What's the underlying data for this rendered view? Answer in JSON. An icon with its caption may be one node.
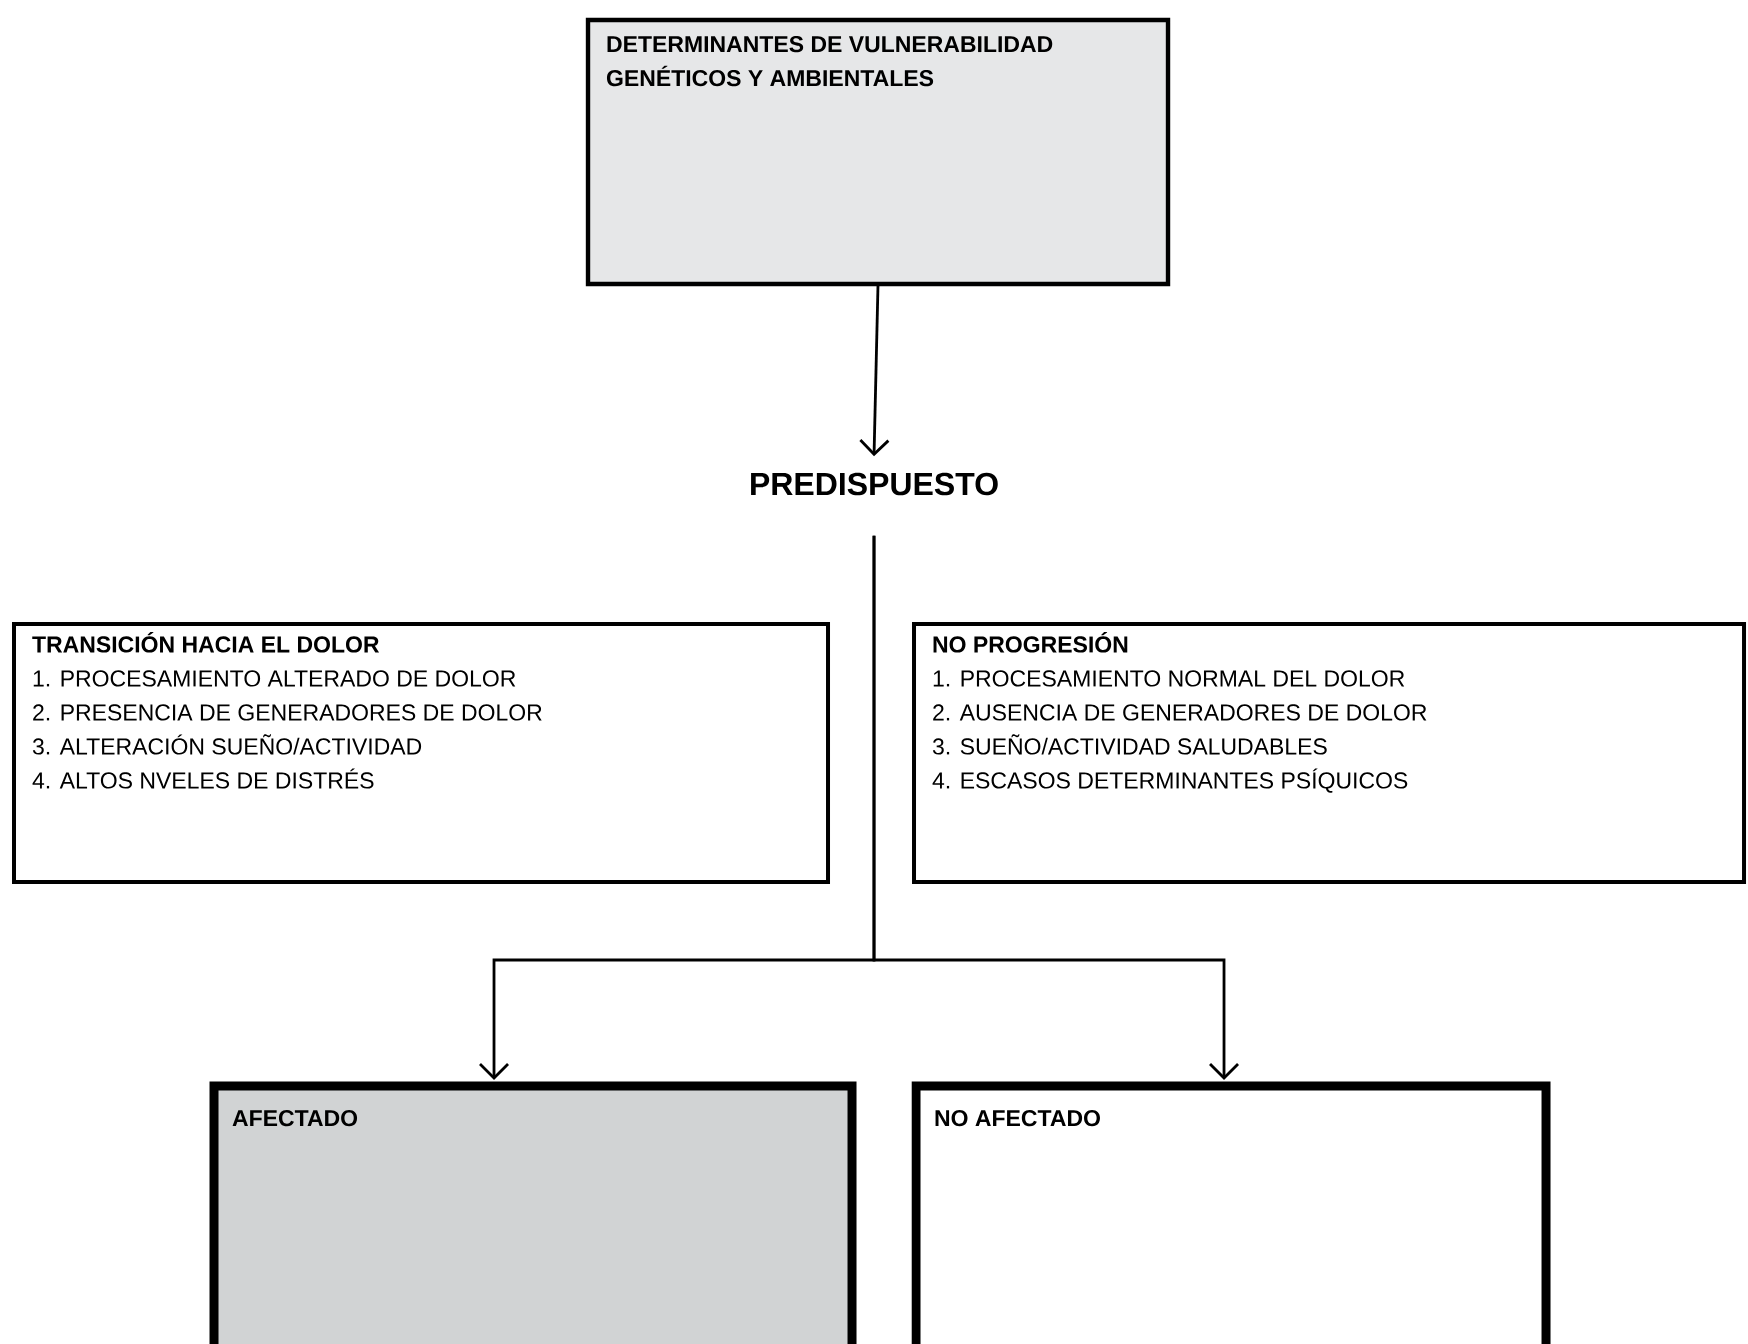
{
  "diagram": {
    "nodes": [
      {
        "text": [
          "DETERMINANTES DE VULNERABILIDAD GENÉTICOS Y AMBIENTALES"
        ]
      },
      {
        "text": [
          "PREDISPUESTO"
        ]
      },
      {
        "text": [
          "TRANSICIÓN HACIA EL DOLOR",
          "1. PROCESAMIENTO ALTERADO DE DOLOR",
          "2. PRESENCIA DE GENERADORES DE DOLOR",
          "3. ALTERACIÓN SUEÑO/ACTIVIDAD",
          "4. ALTOS NVELES DE DISTRÉS"
        ]
      },
      {
        "text": [
          "NO PROGRESIÓN",
          "1. PROCESAMIENTO NORMAL DEL DOLOR",
          "2. AUSENCIA DE GENERADORES DE DOLOR",
          "3. SUEÑO/ACTIVIDAD SALUDABLES",
          "4. ESCASOS DETERMINANTES PSÍQUICOS"
        ]
      },
      {
        "text": [
          "AFECTADO"
        ]
      },
      {
        "text": [
          "NO AFECTADO"
        ]
      }
    ],
    "edges": [
      {
        "from": 0,
        "to": 1,
        "arrow": "to"
      },
      {
        "from": 1,
        "to": 4,
        "arrow": "to"
      },
      {
        "from": 1,
        "to": 5,
        "arrow": "to"
      }
    ]
  }
}
